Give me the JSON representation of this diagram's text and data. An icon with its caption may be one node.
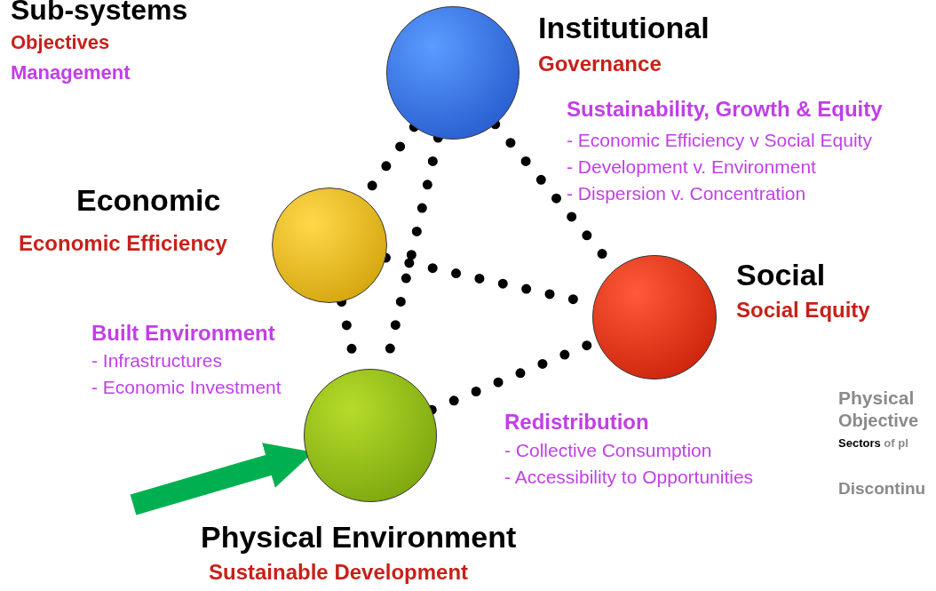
{
  "diagram": {
    "nodes": [
      {
        "text": [
          "Institutional",
          "Governance"
        ]
      },
      {
        "text": [
          "Economic",
          "Economic Efficiency"
        ]
      },
      {
        "text": [
          "Social",
          "Social Equity"
        ]
      },
      {
        "text": [
          "Physical Environment",
          "Sustainable Development"
        ]
      }
    ],
    "edges": [
      {
        "from": 0,
        "to": 1,
        "arrow": "none",
        "style": "dashed"
      },
      {
        "from": 0,
        "to": 3,
        "arrow": "none",
        "style": "dashed"
      },
      {
        "from": 0,
        "to": 2,
        "arrow": "none",
        "style": "dashed"
      },
      {
        "from": 1,
        "to": 2,
        "arrow": "none",
        "style": "dashed"
      },
      {
        "from": 1,
        "to": 3,
        "arrow": "none",
        "style": "dashed"
      },
      {
        "from": 3,
        "to": 2,
        "arrow": "none",
        "style": "dashed"
      },
      {
        "from": null,
        "to": 3,
        "arrow": "to",
        "style": "thick",
        "color": "#00b050"
      }
    ],
    "labels": [
      "Sub-systems",
      "Objectives",
      "Management",
      "Sustainability, Growth & Equity",
      "- Economic Efficiency v Social Equity",
      "- Development v. Environment",
      "- Dispersion v. Concentration",
      "Built Environment",
      "- Infrastructures",
      "- Economic Investment",
      "Redistribution",
      "- Collective Consumption",
      "- Accessibility to Opportunities",
      "Physical",
      "Objective",
      "**Sectors** of pl",
      "Discontinu"
    ]
  }
}
